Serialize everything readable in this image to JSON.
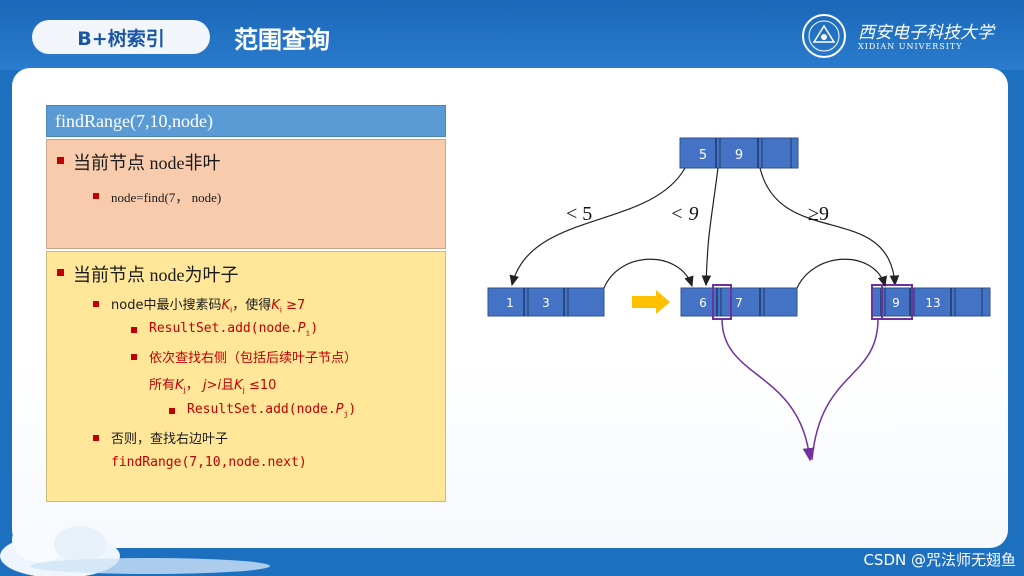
{
  "header": {
    "pill_label": "B+树索引",
    "title": "范围查询",
    "logo_cn": "西安电子科技大学",
    "logo_en": "XIDIAN UNIVERSITY"
  },
  "left": {
    "func_header": "findRange(7,10,node)",
    "box1": {
      "heading": "当前节点 node非叶",
      "item": "node=find(7， node)"
    },
    "box2": {
      "heading": "当前节点 node为叶子",
      "line1_prefix": "node中最小搜素码",
      "line1_k": "K",
      "line1_sub": "i",
      "line1_mid": "，使得",
      "line1_k2": "K",
      "line1_sub2": "i",
      "line1_cond": " ≥7",
      "line2": "ResultSet.add(node.",
      "line2_p": "P",
      "line2_sub": "i",
      "line2_end": ")",
      "line3": "依次查找右侧（包括后续叶子节点）",
      "line4_a": "所有",
      "line4_k": "K",
      "line4_sub": "j",
      "line4_b": "， ",
      "line4_j": "j",
      "line4_c": ">",
      "line4_i": "i",
      "line4_d": "且",
      "line4_k2": "K",
      "line4_sub2": "j",
      "line4_e": " ≤10",
      "line5": "ResultSet.add(node.",
      "line5_p": "P",
      "line5_sub": "j",
      "line5_end": ")",
      "line6": "否则，查找右边叶子",
      "line7": "findRange(7,10,node.next)"
    }
  },
  "tree": {
    "root_keys": [
      "5",
      "9"
    ],
    "edge_labels": [
      "< 5",
      "< 9",
      "≥9"
    ],
    "leaf1_keys": [
      "1",
      "3"
    ],
    "leaf2_keys": [
      "6",
      "7"
    ],
    "leaf3_keys": [
      "9",
      "13"
    ]
  },
  "colors": {
    "node_fill": "#4472c4",
    "highlight": "#7030a0",
    "arrow_orange": "#ffc000"
  },
  "watermark": "CSDN @咒法师无翅鱼"
}
